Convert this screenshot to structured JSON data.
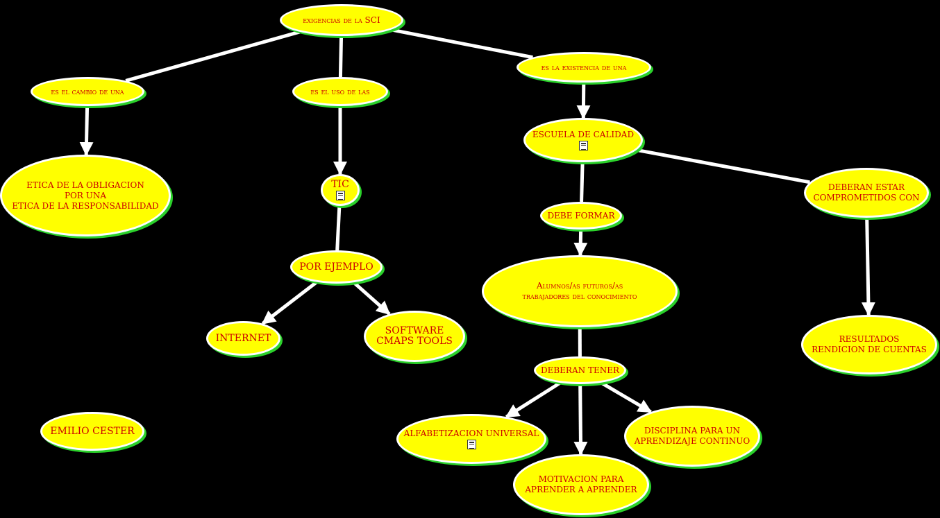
{
  "colors": {
    "background": "#000000",
    "node_fill": "#ffff00",
    "node_border": "#ffffff",
    "node_text": "#cc0000",
    "node_shadow": "#2bd12b",
    "link": "#ffffff"
  },
  "nodes": {
    "root": {
      "label": "exigencias de la SCI"
    },
    "link_cambio": {
      "label": "es el cambio de una"
    },
    "link_uso": {
      "label": "es el uso de las"
    },
    "link_existencia": {
      "label": "es la existencia de una"
    },
    "etica": {
      "label": "ETICA DE LA OBLIGACION\nPOR UNA\nETICA DE LA RESPONSABILIDAD"
    },
    "tic": {
      "label": "TIC",
      "icon": "document-icon"
    },
    "por_ejemplo": {
      "label": "POR EJEMPLO"
    },
    "internet": {
      "label": "INTERNET"
    },
    "software": {
      "label": "SOFTWARE\nCMAPS TOOLS"
    },
    "escuela": {
      "label": "ESCUELA DE CALIDAD",
      "icon": "document-icon"
    },
    "debe_formar": {
      "label": "DEBE FORMAR"
    },
    "alumnos": {
      "label": "Alumnos/as futuros/as\ntrabajadores del conocimiento"
    },
    "deberan_estar": {
      "label": "DEBERAN ESTAR\nCOMPROMETIDOS CON"
    },
    "resultados": {
      "label": "RESULTADOS\nRENDICION DE CUENTAS"
    },
    "deberan_tener": {
      "label": "DEBERAN TENER"
    },
    "alfabetizacion": {
      "label": "ALFABETIZACION UNIVERSAL",
      "icon": "document-icon"
    },
    "disciplina": {
      "label": "DISCIPLINA PARA UN\nAPRENDIZAJE CONTINUO"
    },
    "motivacion": {
      "label": "MOTIVACION PARA\nAPRENDER A APRENDER"
    },
    "autor": {
      "label": "EMILIO CESTER"
    }
  },
  "links": [
    {
      "from": "root",
      "to": "link_cambio",
      "arrow": false
    },
    {
      "from": "root",
      "to": "link_uso",
      "arrow": false
    },
    {
      "from": "root",
      "to": "link_existencia",
      "arrow": false
    },
    {
      "from": "link_cambio",
      "to": "etica",
      "arrow": true
    },
    {
      "from": "link_uso",
      "to": "tic",
      "arrow": true
    },
    {
      "from": "link_existencia",
      "to": "escuela",
      "arrow": true
    },
    {
      "from": "tic",
      "to": "por_ejemplo",
      "arrow": false
    },
    {
      "from": "por_ejemplo",
      "to": "internet",
      "arrow": true
    },
    {
      "from": "por_ejemplo",
      "to": "software",
      "arrow": true
    },
    {
      "from": "escuela",
      "to": "debe_formar",
      "arrow": false
    },
    {
      "from": "escuela",
      "to": "deberan_estar",
      "arrow": false
    },
    {
      "from": "debe_formar",
      "to": "alumnos",
      "arrow": true
    },
    {
      "from": "deberan_estar",
      "to": "resultados",
      "arrow": true
    },
    {
      "from": "alumnos",
      "to": "deberan_tener",
      "arrow": false
    },
    {
      "from": "deberan_tener",
      "to": "alfabetizacion",
      "arrow": true
    },
    {
      "from": "deberan_tener",
      "to": "motivacion",
      "arrow": true
    },
    {
      "from": "deberan_tener",
      "to": "disciplina",
      "arrow": true
    }
  ]
}
